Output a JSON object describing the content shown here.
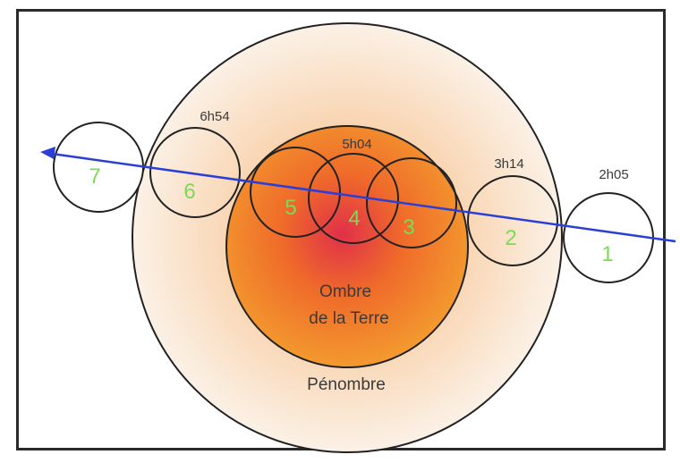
{
  "labels": {
    "umbra_line1": "Ombre",
    "umbra_line2": "de la Terre",
    "penumbra": "Pénombre"
  },
  "colors": {
    "umbra_center": "#e0304a",
    "umbra_mid": "#ef6a2a",
    "umbra_edge": "#f39a2e",
    "penumbra_inner": "#f6b27a",
    "penumbra_outer": "#fbf1e6",
    "moon_path": "#2b3fd6",
    "phase_number": "#7ed957"
  },
  "phases": [
    {
      "number": "1",
      "time": "2h05"
    },
    {
      "number": "2",
      "time": "3h14"
    },
    {
      "number": "3",
      "time": ""
    },
    {
      "number": "4",
      "time": "5h04"
    },
    {
      "number": "5",
      "time": ""
    },
    {
      "number": "6",
      "time": "6h54"
    },
    {
      "number": "7",
      "time": ""
    }
  ]
}
